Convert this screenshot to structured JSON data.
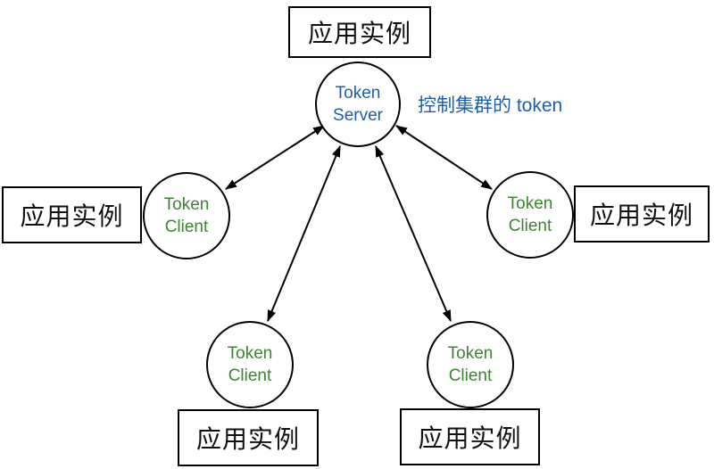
{
  "colors": {
    "background": "#ffffff",
    "shape_border": "#000000",
    "server_text": "#1e5fa8",
    "client_text": "#3d8531",
    "annotation_text": "#1e5fa8"
  },
  "annotation": {
    "text": "控制集群的 token"
  },
  "nodes": {
    "token_server": {
      "line1": "Token",
      "line2": "Server"
    },
    "client_left": {
      "line1": "Token",
      "line2": "Client"
    },
    "client_right": {
      "line1": "Token",
      "line2": "Client"
    },
    "client_bottom_left": {
      "line1": "Token",
      "line2": "Client"
    },
    "client_bottom_right": {
      "line1": "Token",
      "line2": "Client"
    },
    "app_top": {
      "label": "应用实例"
    },
    "app_left": {
      "label": "应用实例"
    },
    "app_right": {
      "label": "应用实例"
    },
    "app_bottom_left": {
      "label": "应用实例"
    },
    "app_bottom_right": {
      "label": "应用实例"
    }
  },
  "edges": [
    {
      "from": "token_server",
      "to": "client_left",
      "style": "double-arrow"
    },
    {
      "from": "token_server",
      "to": "client_right",
      "style": "double-arrow"
    },
    {
      "from": "token_server",
      "to": "client_bottom_left",
      "style": "double-arrow"
    },
    {
      "from": "token_server",
      "to": "client_bottom_right",
      "style": "double-arrow"
    }
  ]
}
